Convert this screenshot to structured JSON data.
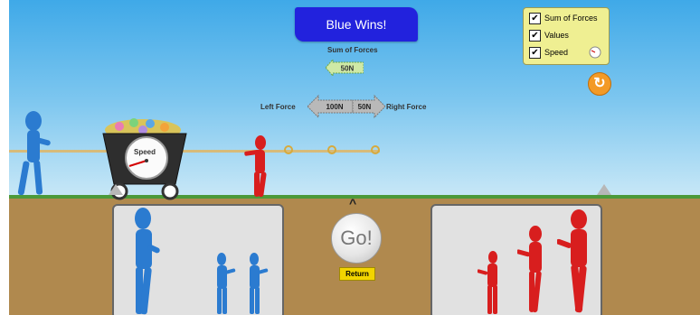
{
  "banner": {
    "text": "Blue Wins!"
  },
  "sum_of_forces": {
    "label": "Sum of Forces",
    "value": "50N"
  },
  "forces": {
    "left_label": "Left Force",
    "left_value": "100N",
    "right_value": "50N",
    "right_label": "Right Force"
  },
  "cart": {
    "speed_label": "Speed"
  },
  "panel": {
    "items": [
      {
        "label": "Sum of Forces",
        "checked": true
      },
      {
        "label": "Values",
        "checked": true
      },
      {
        "label": "Speed",
        "checked": true
      }
    ]
  },
  "controls": {
    "go_label": "Go!",
    "return_label": "Return",
    "caret": "^"
  },
  "colors": {
    "blue_team": "#2b7bd0",
    "red_team": "#d81e1e",
    "sky": "#3fa9e8",
    "dirt": "#b0894e",
    "grass": "#4c9a3a"
  },
  "icons": [
    "reset-icon",
    "check-icon",
    "speed-dial-icon"
  ]
}
